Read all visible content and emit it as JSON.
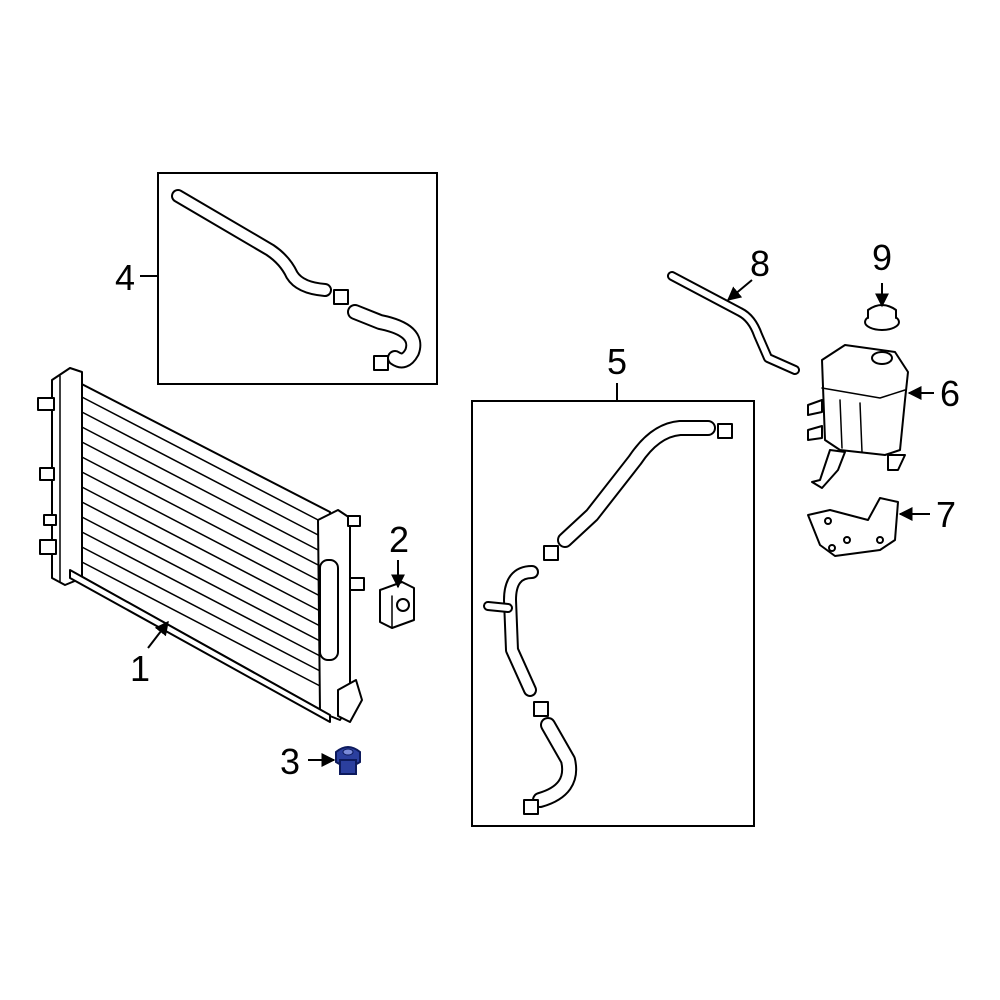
{
  "colors": {
    "line": "#000000",
    "background": "#ffffff",
    "highlight": "#2b3f9e"
  },
  "callouts": [
    {
      "id": "radiator",
      "label": "1"
    },
    {
      "id": "bracket",
      "label": "2"
    },
    {
      "id": "drain-plug",
      "label": "3",
      "highlighted": true
    },
    {
      "id": "upper-hose-box",
      "label": "4"
    },
    {
      "id": "lower-hose-box",
      "label": "5"
    },
    {
      "id": "reservoir",
      "label": "6"
    },
    {
      "id": "reservoir-bracket",
      "label": "7"
    },
    {
      "id": "overflow-hose",
      "label": "8"
    },
    {
      "id": "reservoir-cap",
      "label": "9"
    }
  ]
}
